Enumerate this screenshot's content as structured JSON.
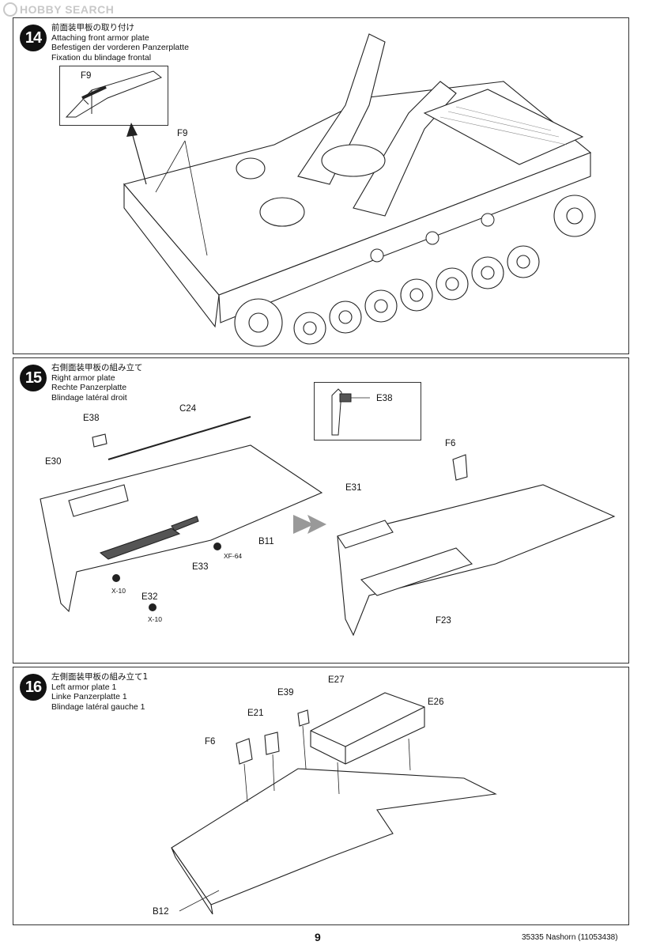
{
  "watermark": {
    "text": "HOBBY SEARCH"
  },
  "steps": [
    {
      "number": "14",
      "title_jp": "前面装甲板の取り付け",
      "title_en": "Attaching front armor plate",
      "title_de": "Befestigen der vorderen Panzerplatte",
      "title_fr": "Fixation du blindage frontal",
      "labels": {
        "inset_f9": "F9",
        "main_f9": "F9"
      }
    },
    {
      "number": "15",
      "title_jp": "右側面装甲板の組み立て",
      "title_en": "Right armor plate",
      "title_de": "Rechte Panzerplatte",
      "title_fr": "Blindage latéral droit",
      "labels": {
        "e38_inset": "E38",
        "e38": "E38",
        "c24": "C24",
        "e30": "E30",
        "b11": "B11",
        "xf64": "XF-64",
        "e33": "E33",
        "x10a": "X-10",
        "e32": "E32",
        "x10b": "X-10",
        "f6": "F6",
        "e31": "E31",
        "f23": "F23"
      }
    },
    {
      "number": "16",
      "title_jp": "左側面装甲板の組み立て1",
      "title_en": "Left armor plate 1",
      "title_de": "Linke Panzerplatte 1",
      "title_fr": "Blindage latéral gauche 1",
      "labels": {
        "e27": "E27",
        "e39": "E39",
        "e26": "E26",
        "e21": "E21",
        "f6": "F6",
        "b12": "B12"
      }
    }
  ],
  "footer": {
    "page": "9",
    "code": "35335  Nashorn (11053438)"
  }
}
